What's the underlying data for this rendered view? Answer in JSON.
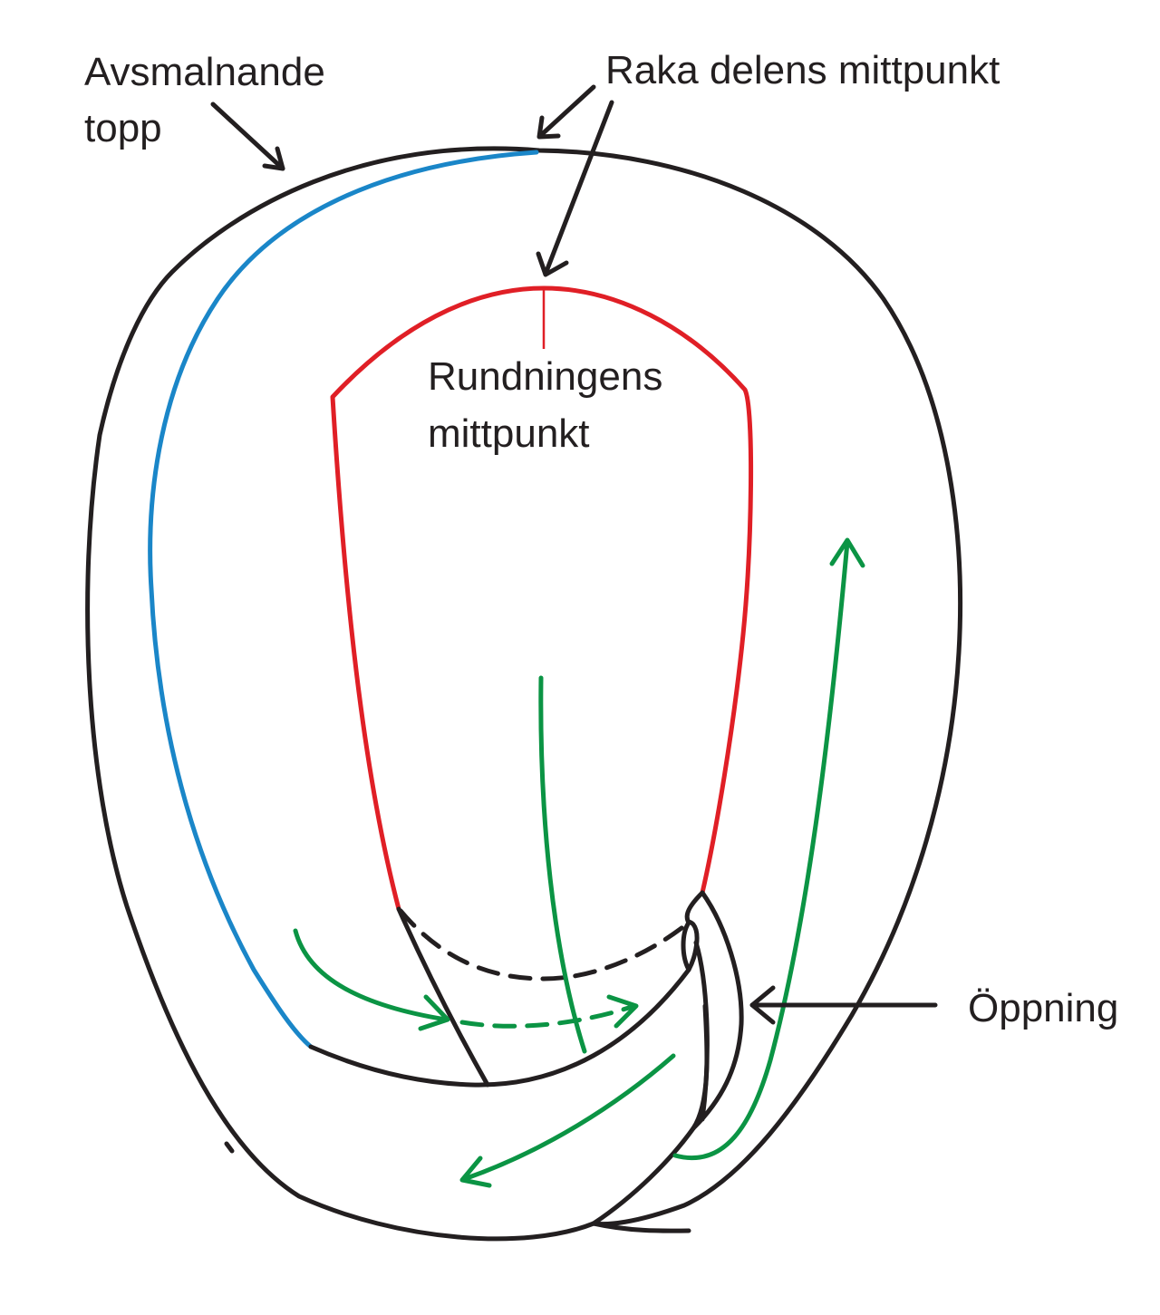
{
  "labels": {
    "tapered_top_line1": "Avsmalnande",
    "tapered_top_line2": "topp",
    "straight_part_midpoint": "Raka delens mittpunkt",
    "curve_midpoint_line1": "Rundningens",
    "curve_midpoint_line2": "mittpunkt",
    "opening": "Öppning"
  },
  "colors": {
    "outline": "#231f20",
    "blue_line": "#1a86c8",
    "red_line": "#e01f26",
    "green_arrows": "#0b9444"
  }
}
